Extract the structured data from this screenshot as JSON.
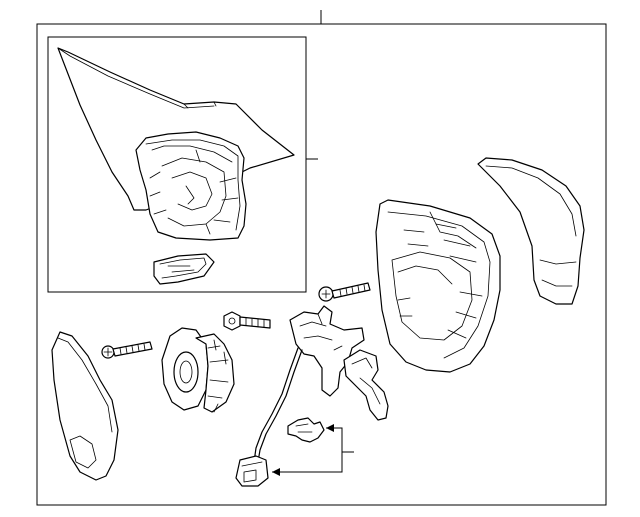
{
  "diagram": {
    "background_color": "#ffffff",
    "line_color": "#000000",
    "parts": [
      "mirror-assembly-outer-frame",
      "inset-mirror-assembly",
      "inset-small-cover",
      "mirror-glass",
      "screw-left",
      "actuator-motor",
      "screw-center",
      "bracket-with-harness",
      "harness-connector",
      "harness-clip",
      "screw-upper",
      "mirror-housing",
      "skull-cap"
    ]
  }
}
